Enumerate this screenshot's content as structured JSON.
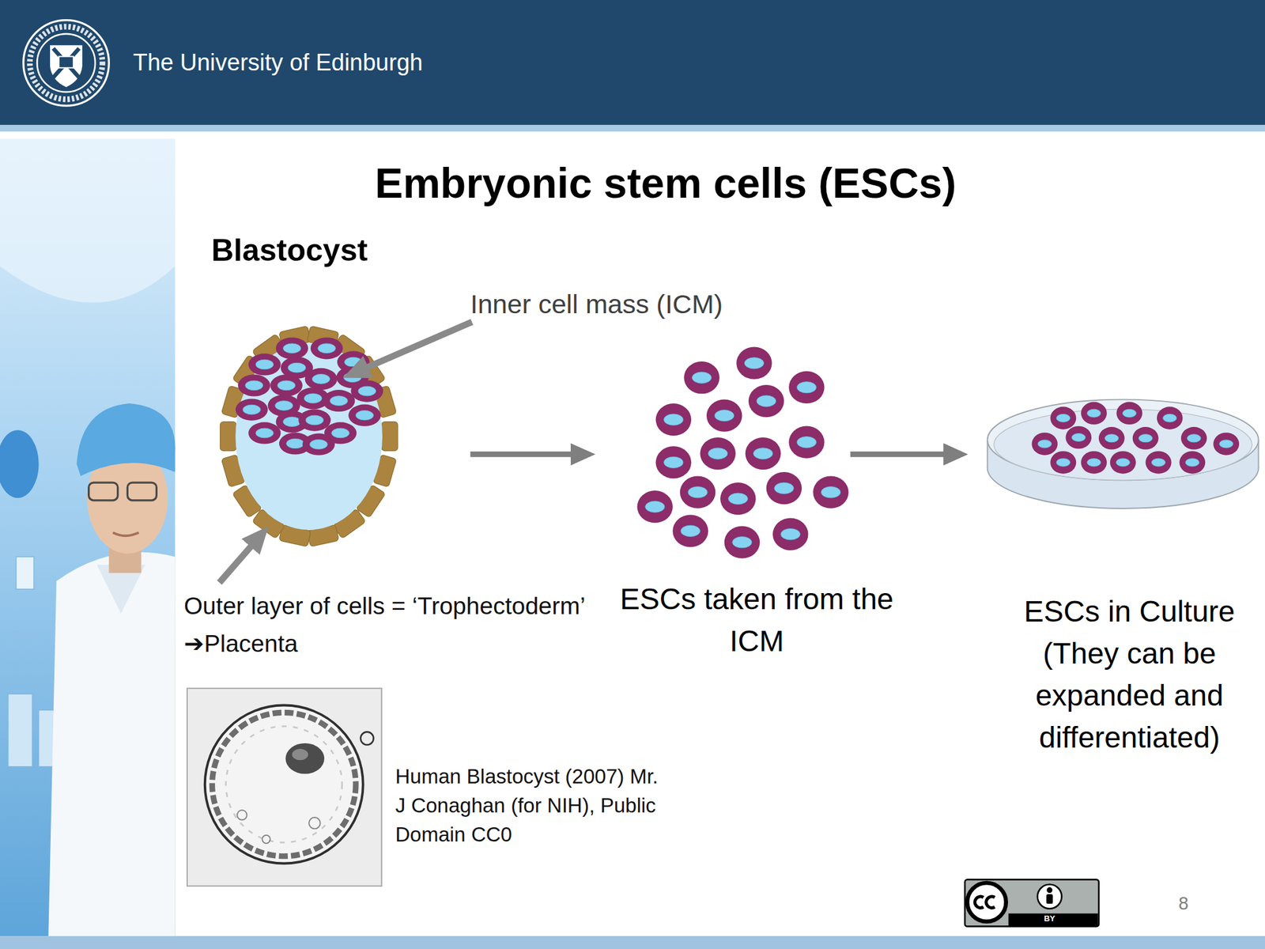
{
  "diagram": {
    "title": "Embryonic stem cells (ESCs)",
    "nodes": [
      {
        "text": [
          "Blastocyst"
        ]
      },
      {
        "text": [
          "ESCs taken from the ICM"
        ]
      },
      {
        "text": [
          "ESCs in Culture (They can be expanded and differentiated)"
        ]
      }
    ],
    "edges": [
      {
        "from": 0,
        "to": 1,
        "arrow": "to"
      },
      {
        "from": 1,
        "to": 2,
        "arrow": "to"
      }
    ],
    "labels": [
      "The University of Edinburgh",
      "Inner cell mass (ICM)",
      "Outer layer of cells = ‘Trophectoderm’ ➔Placenta",
      "Human Blastocyst (2007) Mr. J Conaghan (for NIH), Public Domain CC0",
      "BY",
      "8"
    ]
  }
}
